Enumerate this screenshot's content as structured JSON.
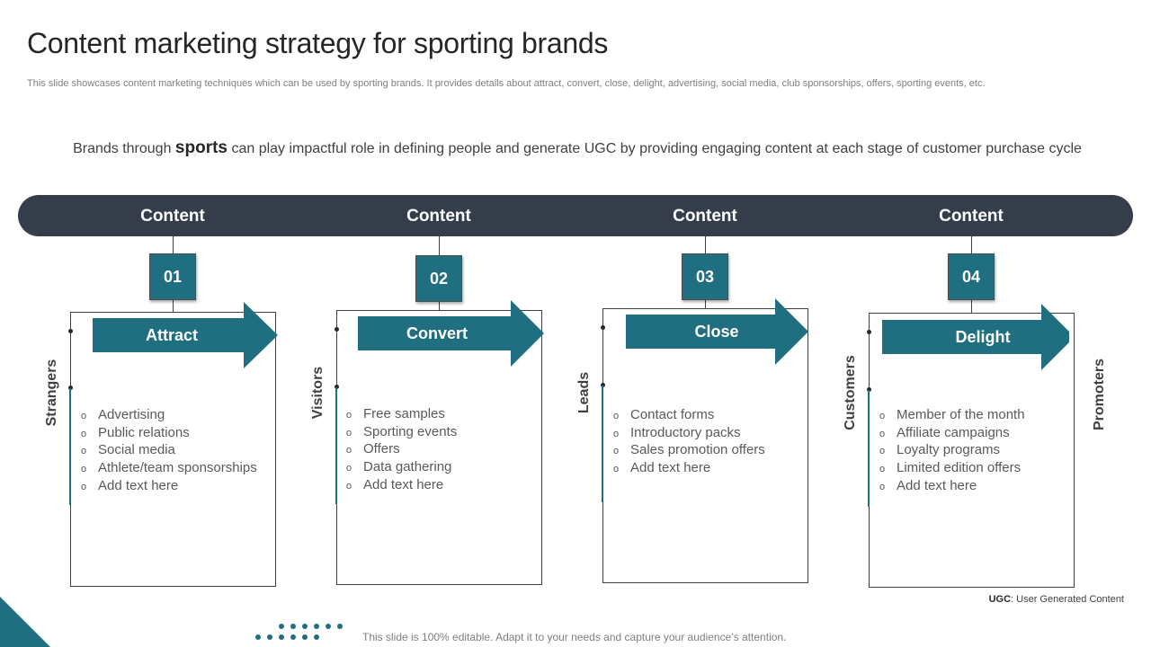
{
  "title": "Content marketing strategy for sporting brands",
  "subtitle": "This slide showcases content marketing techniques which can be used by sporting brands. It provides details about attract, convert, close, delight, advertising, social media, club sponsorships, offers, sporting events, etc.",
  "intro": {
    "before": "Brands through",
    "keyword": "sports",
    "after": "can play impactful role in defining people and generate UGC by providing engaging content at each stage of customer purchase cycle"
  },
  "bar_labels": [
    "Content",
    "Content",
    "Content",
    "Content"
  ],
  "steps": [
    {
      "number": "01",
      "action": "Attract",
      "stage": "Strangers",
      "items": [
        "Advertising",
        "Public relations",
        "Social media",
        "Athlete/team sponsorships",
        "Add text here"
      ]
    },
    {
      "number": "02",
      "action": "Convert",
      "stage": "Visitors",
      "items": [
        "Free samples",
        "Sporting events",
        "Offers",
        "Data gathering",
        "Add text here"
      ]
    },
    {
      "number": "03",
      "action": "Close",
      "stage": "Leads",
      "items": [
        "Contact forms",
        "Introductory packs",
        "Sales promotion offers",
        "Add text here"
      ]
    },
    {
      "number": "04",
      "action": "Delight",
      "stage": "Customers",
      "items": [
        "Member of the month",
        "Affiliate campaigns",
        "Loyalty programs",
        "Limited edition offers",
        "Add text here"
      ]
    }
  ],
  "final_stage": "Promoters",
  "bullet_glyph": "o",
  "ugc_note": {
    "abbr": "UGC",
    "text": ": User Generated Content"
  },
  "footer": "This slide is 100% editable. Adapt it to your needs and capture your audience’s attention.",
  "colors": {
    "teal": "#1f6f80",
    "dark_bar": "#363d4a"
  }
}
